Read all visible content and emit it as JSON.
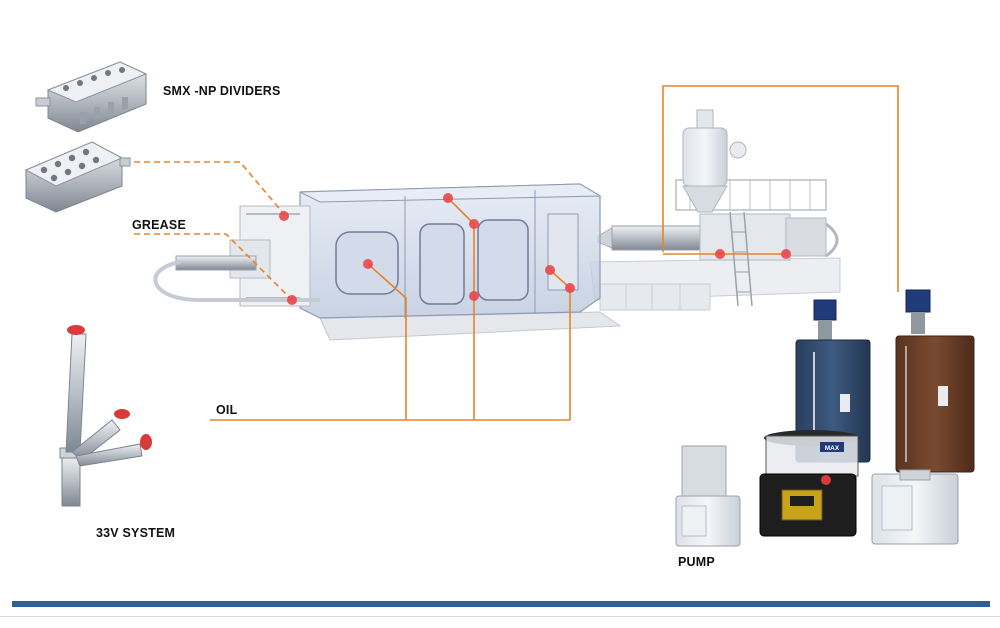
{
  "labels": {
    "smx_dividers": "SMX -NP  DIVIDERS",
    "grease": "GREASE",
    "oil": "OIL",
    "system_33v": "33V SYSTEM",
    "pump": "PUMP"
  },
  "colors": {
    "leader_line": "#e8832a",
    "lube_point": "#e8474a",
    "machine_glass": "#c9d3e6",
    "bottom_bar": "#2e5f96"
  },
  "pump_badge": "MAX"
}
